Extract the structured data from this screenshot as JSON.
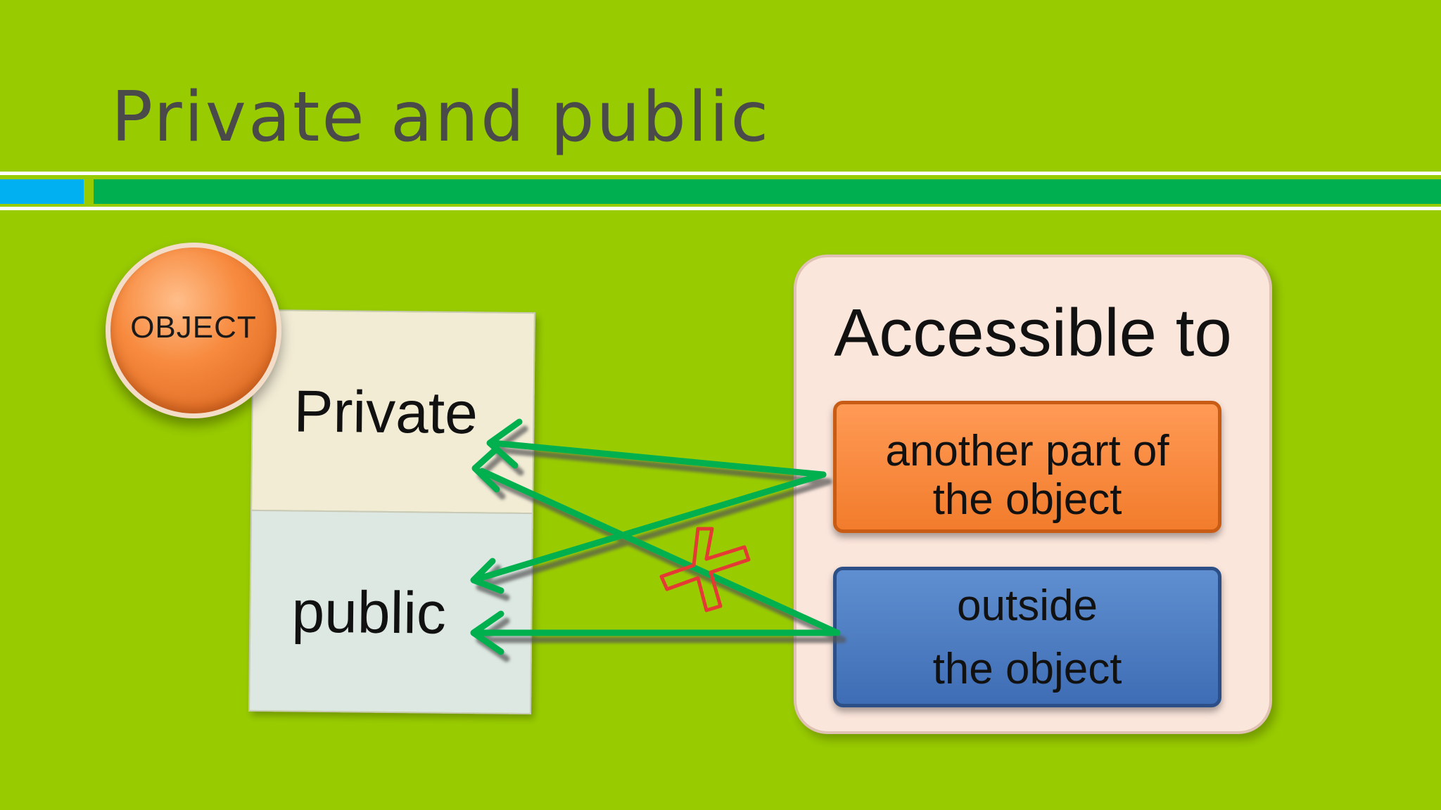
{
  "slide": {
    "title": "Private and public",
    "colors": {
      "background": "#99cc00",
      "accent_blue": "#00b0f0",
      "accent_green": "#00b050",
      "arrow": "#00b050",
      "cross": "#e53935"
    }
  },
  "object_diagram": {
    "badge_label": "OBJECT",
    "private_label": "Private",
    "public_label": "public"
  },
  "accessible_panel": {
    "title": "Accessible to",
    "internal_access": {
      "lines": [
        "another part of",
        "the object"
      ]
    },
    "external_access": {
      "lines": [
        "outside",
        "the object"
      ]
    }
  },
  "connections": [
    {
      "from": "another part of the object",
      "to": "Private",
      "allowed": true
    },
    {
      "from": "another part of the object",
      "to": "public",
      "allowed": true
    },
    {
      "from": "outside the object",
      "to": "Private",
      "allowed": false,
      "icon": "cross-mark-icon"
    },
    {
      "from": "outside the object",
      "to": "public",
      "allowed": true
    }
  ]
}
